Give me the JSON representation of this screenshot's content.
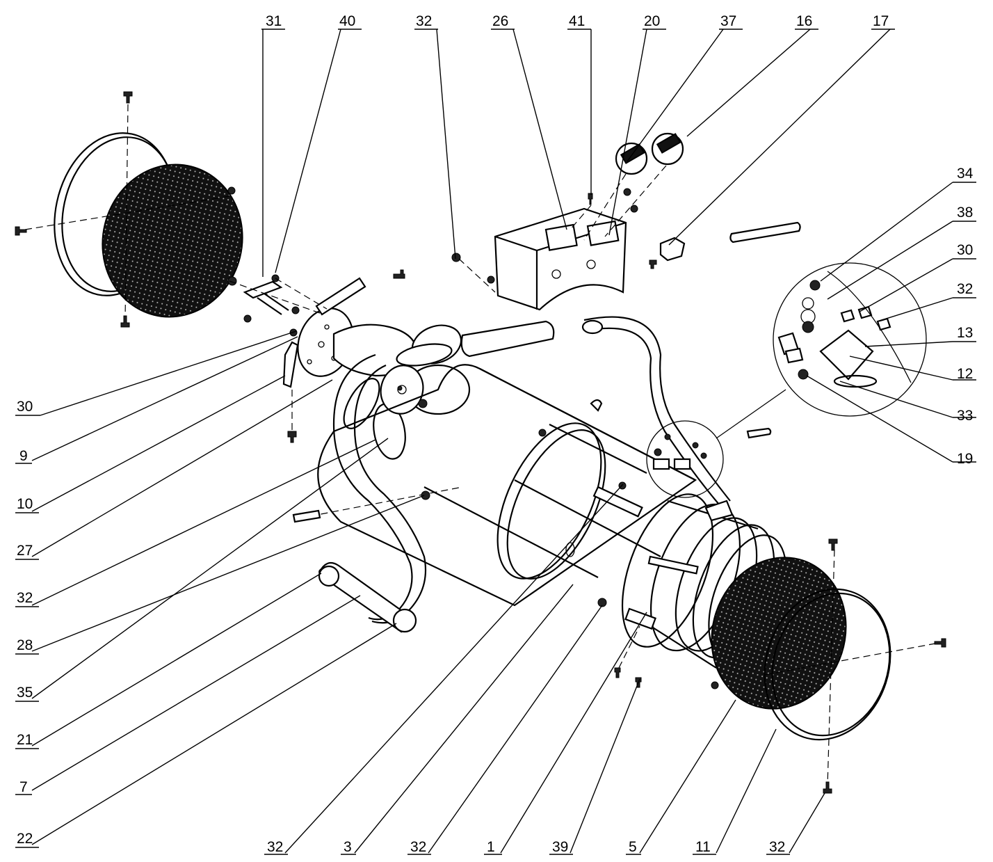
{
  "diagram": {
    "kind": "exploded-view-parts-diagram",
    "callouts": [
      {
        "id": "c31a",
        "label": "31"
      },
      {
        "id": "c40",
        "label": "40"
      },
      {
        "id": "c32a",
        "label": "32"
      },
      {
        "id": "c26",
        "label": "26"
      },
      {
        "id": "c41",
        "label": "41"
      },
      {
        "id": "c20",
        "label": "20"
      },
      {
        "id": "c37",
        "label": "37"
      },
      {
        "id": "c16",
        "label": "16"
      },
      {
        "id": "c17",
        "label": "17"
      },
      {
        "id": "c34",
        "label": "34"
      },
      {
        "id": "c38",
        "label": "38"
      },
      {
        "id": "c30b",
        "label": "30"
      },
      {
        "id": "c32b",
        "label": "32"
      },
      {
        "id": "c13",
        "label": "13"
      },
      {
        "id": "c12",
        "label": "12"
      },
      {
        "id": "c33",
        "label": "33"
      },
      {
        "id": "c19",
        "label": "19"
      },
      {
        "id": "c30a",
        "label": "30"
      },
      {
        "id": "c9",
        "label": "9"
      },
      {
        "id": "c10",
        "label": "10"
      },
      {
        "id": "c27",
        "label": "27"
      },
      {
        "id": "c32c",
        "label": "32"
      },
      {
        "id": "c28",
        "label": "28"
      },
      {
        "id": "c35",
        "label": "35"
      },
      {
        "id": "c21",
        "label": "21"
      },
      {
        "id": "c7",
        "label": "7"
      },
      {
        "id": "c22",
        "label": "22"
      },
      {
        "id": "c32d",
        "label": "32"
      },
      {
        "id": "c3",
        "label": "3"
      },
      {
        "id": "c32e",
        "label": "32"
      },
      {
        "id": "c1",
        "label": "1"
      },
      {
        "id": "c39",
        "label": "39"
      },
      {
        "id": "c5",
        "label": "5"
      },
      {
        "id": "c11",
        "label": "11"
      },
      {
        "id": "c32f",
        "label": "32"
      }
    ]
  }
}
